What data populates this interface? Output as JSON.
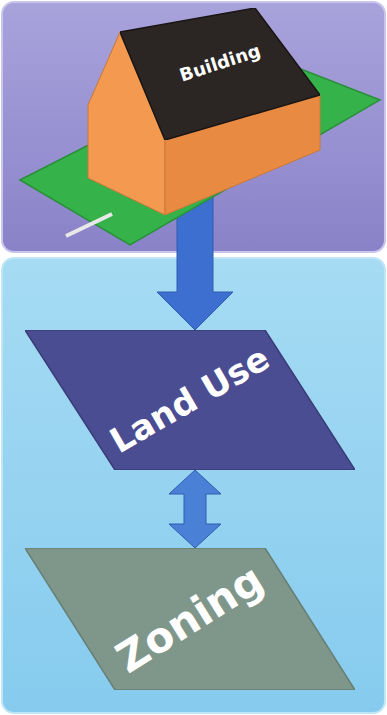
{
  "diagram": {
    "nodes": [
      {
        "text": [
          "Building"
        ]
      },
      {
        "text": [
          "Land Use"
        ]
      },
      {
        "text": [
          "Zoning"
        ]
      }
    ],
    "edges": [
      {
        "from": 0,
        "to": 1,
        "arrow": "to"
      },
      {
        "from": 1,
        "to": 2,
        "arrow": "both"
      }
    ]
  }
}
